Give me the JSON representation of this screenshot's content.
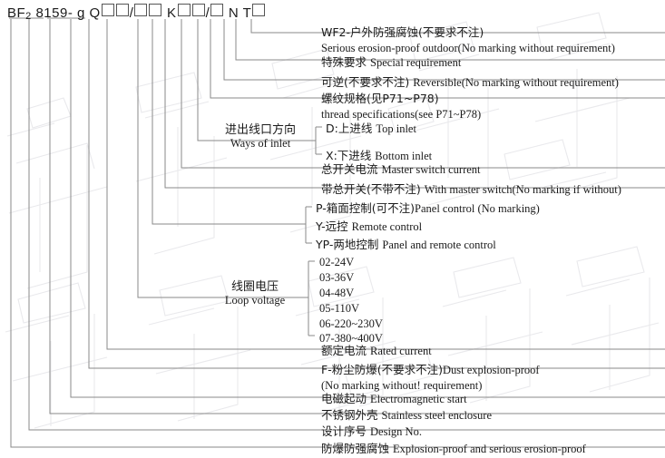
{
  "diagram": {
    "title": "BF2 8159 model designation breakdown",
    "line_color": "#8a8a8a",
    "text_color": "#1a1a1a"
  },
  "code": {
    "prefix": "BF",
    "subscript": "2",
    "series": "8159-",
    "seg_g": "g",
    "seg_q": "Q",
    "slash": "/",
    "seg_k": "K",
    "seg_n": "N",
    "seg_t": "T"
  },
  "labels": {
    "wf2": {
      "cn": "WF2-户外防强腐蚀(不要求不注)",
      "en": "Serious erosion-proof outdoor(No marking without requirement)"
    },
    "special": {
      "cn": "特殊要求",
      "en": "Special requirement"
    },
    "reversible": {
      "cn": "可逆(不要求不注)",
      "en": "Reversible(No marking without requirement)"
    },
    "thread": {
      "cn": "螺纹规格(见P71~P78)",
      "en": "thread specifications(see P71~P78)"
    },
    "inlet_top": {
      "cn": "D:上进线",
      "en": "Top inlet"
    },
    "inlet_bottom": {
      "cn": "X:下进线",
      "en": "Bottom inlet"
    },
    "master_current": {
      "cn": "总开关电流",
      "en": "Master switch current"
    },
    "with_master": {
      "cn": "带总开关(不带不注)",
      "en": "With master switch(No marking if without)"
    },
    "panel_control": {
      "cn": "P-箱面控制(可不注)",
      "en": "Panel control (No marking)"
    },
    "remote_control": {
      "cn": "Y-远控",
      "en": "Remote control"
    },
    "panel_remote": {
      "cn": "YP-两地控制",
      "en": "Panel and remote control"
    },
    "rated_current": {
      "cn": "额定电流",
      "en": "Rated current"
    },
    "dust": {
      "cn": "F-粉尘防爆(不要求不注)",
      "en": "Dust explosion-proof",
      "en2": "(No marking without! requirement)"
    },
    "electromagnetic": {
      "cn": "电磁起动",
      "en": "Electromagnetic  start"
    },
    "stainless": {
      "cn": "不锈钢外壳",
      "en": "Stainless steel enclosure"
    },
    "design_no": {
      "cn": "设计序号",
      "en": "Design No."
    },
    "explosion": {
      "cn": "防爆防强腐蚀",
      "en": "Explosion-proof and serious erosion-proof"
    }
  },
  "groups": {
    "ways_of_inlet": {
      "cn": "进出线口方向",
      "en": "Ways of inlet"
    },
    "loop_voltage": {
      "cn": "线圈电压",
      "en": "Loop voltage"
    }
  },
  "loop_voltage_options": [
    "02-24V",
    "03-36V",
    "04-48V",
    "05-110V",
    "06-220~230V",
    "07-380~400V"
  ]
}
